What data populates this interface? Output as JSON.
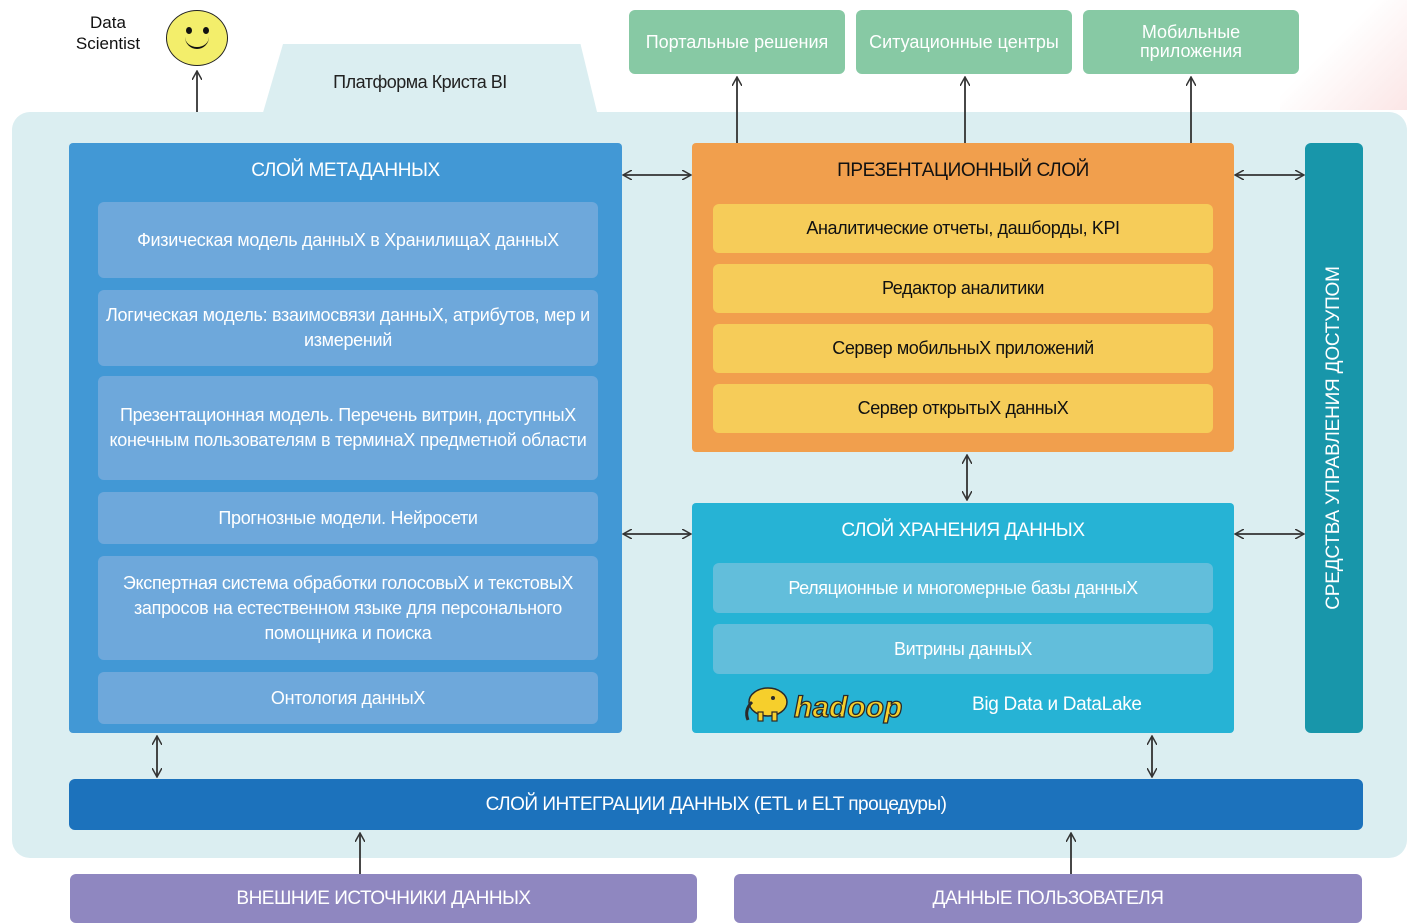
{
  "data_scientist": {
    "label": "Data Scientist"
  },
  "platform": {
    "title": "Платформа Криста BI"
  },
  "top_outputs": [
    {
      "label": "Портальные решения"
    },
    {
      "label": "Ситуационные центры"
    },
    {
      "label": "Мобильные приложения"
    }
  ],
  "metadata_layer": {
    "title": "СЛОЙ МЕТАДАННЫХ",
    "items": [
      {
        "label": "Физическая модель данныХ в ХранилищаХ данныХ"
      },
      {
        "label": "Логическая модель: взаимосвязи данныХ, атрибутов, мер и измерений"
      },
      {
        "label": "Презентационная модель. Перечень витрин, доступныХ конечным пользователям в терминаХ предметной области"
      },
      {
        "label": "Прогнозные модели. Нейросети"
      },
      {
        "label": "Экспертная система обработки голосовыХ и текстовыХ запросов на естественном языке для персонального помощника и поиска"
      },
      {
        "label": "Онтология данныХ"
      }
    ]
  },
  "presentation_layer": {
    "title": "ПРЕЗЕНТАЦИОННЫЙ СЛОЙ",
    "items": [
      {
        "label": "Аналитические отчеты, дашборды, KPI"
      },
      {
        "label": "Редактор аналитики"
      },
      {
        "label": "Сервер мобильныХ приложений"
      },
      {
        "label": "Сервер открытыХ данныХ"
      }
    ]
  },
  "storage_layer": {
    "title": "СЛОЙ ХРАНЕНИЯ ДАННЫХ",
    "items": [
      {
        "label": "Реляционные и многомерные базы данныХ"
      },
      {
        "label": "Витрины данныХ"
      }
    ],
    "hadoop_logo_text": "hadoop",
    "big_data_label": "Big Data и DataLake"
  },
  "access_control": {
    "label": "СРЕДСТВА УПРАВЛЕНИЯ ДОСТУПОМ"
  },
  "integration_layer": {
    "label": "СЛОЙ ИНТЕГРАЦИИ ДАННЫХ (ETL и ELT процедуры)"
  },
  "sources": [
    {
      "label": "ВНЕШНИЕ ИСТОЧНИКИ ДАННЫХ"
    },
    {
      "label": "ДАННЫЕ ПОЛЬЗОВАТЕЛЯ"
    }
  ],
  "colors": {
    "platform_bg": "#dbeef1",
    "metadata": "#4298d5",
    "presentation": "#f19f4d",
    "presentation_items": "#f6cc59",
    "storage": "#26b3d5",
    "access": "#1896aa",
    "integration": "#1c72bc",
    "sources": "#8f87c0",
    "outputs": "#87c9a4"
  }
}
